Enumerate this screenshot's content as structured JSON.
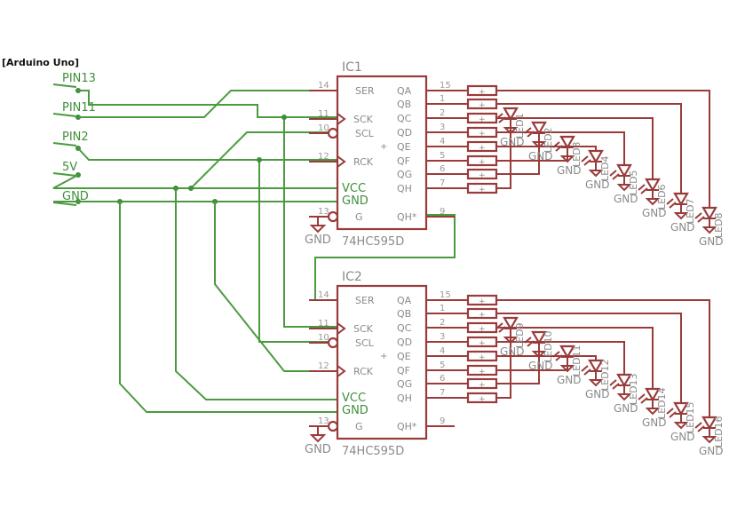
{
  "board_label": "[Arduino Uno]",
  "arduino_pins": [
    "PIN13",
    "PIN11",
    "PIN2",
    "5V",
    "GND"
  ],
  "chips": [
    {
      "name": "IC1",
      "part": "74HC595D",
      "left_pins": [
        {
          "num": "14",
          "label": "SER"
        },
        {
          "num": "11",
          "label": "SCK"
        },
        {
          "num": "10",
          "label": "SCL"
        },
        {
          "num": "12",
          "label": "RCK"
        },
        {
          "num": "",
          "label": "VCC"
        },
        {
          "num": "",
          "label": "GND"
        },
        {
          "num": "13",
          "label": "G"
        }
      ],
      "right_pins": [
        {
          "num": "15",
          "label": "QA"
        },
        {
          "num": "1",
          "label": "QB"
        },
        {
          "num": "2",
          "label": "QC"
        },
        {
          "num": "3",
          "label": "QD"
        },
        {
          "num": "4",
          "label": "QE"
        },
        {
          "num": "5",
          "label": "QF"
        },
        {
          "num": "6",
          "label": "QG"
        },
        {
          "num": "7",
          "label": "QH"
        },
        {
          "num": "9",
          "label": "QH*"
        }
      ],
      "leds": [
        "LED1",
        "LED2",
        "LED3",
        "LED4",
        "LED5",
        "LED6",
        "LED7",
        "LED8"
      ]
    },
    {
      "name": "IC2",
      "part": "74HC595D",
      "left_pins": [
        {
          "num": "14",
          "label": "SER"
        },
        {
          "num": "11",
          "label": "SCK"
        },
        {
          "num": "10",
          "label": "SCL"
        },
        {
          "num": "12",
          "label": "RCK"
        },
        {
          "num": "",
          "label": "VCC"
        },
        {
          "num": "",
          "label": "GND"
        },
        {
          "num": "13",
          "label": "G"
        }
      ],
      "right_pins": [
        {
          "num": "15",
          "label": "QA"
        },
        {
          "num": "1",
          "label": "QB"
        },
        {
          "num": "2",
          "label": "QC"
        },
        {
          "num": "3",
          "label": "QD"
        },
        {
          "num": "4",
          "label": "QE"
        },
        {
          "num": "5",
          "label": "QF"
        },
        {
          "num": "6",
          "label": "QG"
        },
        {
          "num": "7",
          "label": "QH"
        },
        {
          "num": "9",
          "label": "QH*"
        }
      ],
      "leds": [
        "LED9",
        "LED10",
        "LED11",
        "LED12",
        "LED13",
        "LED14",
        "LED15",
        "LED16"
      ]
    }
  ],
  "gnd_label": "GND",
  "plus_sign": "+",
  "colors": {
    "wire": "#4b9a3f",
    "part": "#9a3b3b",
    "label": "#8a8a8a"
  }
}
